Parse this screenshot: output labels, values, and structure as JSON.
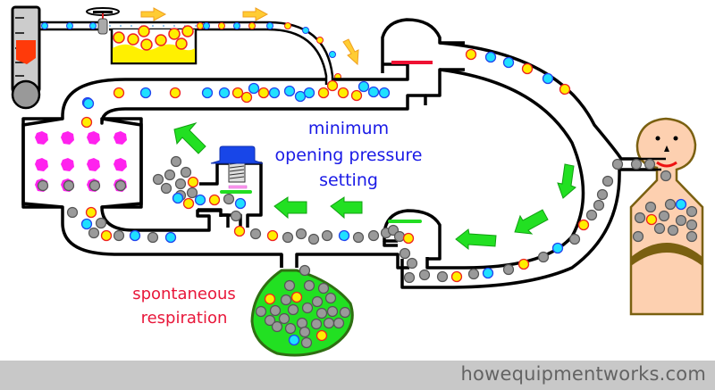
{
  "diagram": {
    "title": "Spontaneous respiration with APL valve at minimum opening pressure",
    "labels": {
      "apl_setting_line1": "minimum",
      "apl_setting_line2": "opening pressure",
      "apl_setting_line3": "setting",
      "spontaneous_line1": "spontaneous",
      "spontaneous_line2": "respiration"
    },
    "components": [
      {
        "name": "flowmeter",
        "icon": "flowmeter-icon"
      },
      {
        "name": "vaporizer",
        "icon": "vaporizer-icon"
      },
      {
        "name": "co2-absorber",
        "icon": "absorber-canister-icon"
      },
      {
        "name": "inspiratory-valve",
        "icon": "unidirectional-valve-icon"
      },
      {
        "name": "expiratory-valve",
        "icon": "unidirectional-valve-icon"
      },
      {
        "name": "apl-valve",
        "icon": "apl-valve-icon"
      },
      {
        "name": "reservoir-bag",
        "icon": "reservoir-bag-icon"
      },
      {
        "name": "patient",
        "icon": "patient-icon"
      }
    ],
    "legend_colors": {
      "oxygen": "#1fe0ff",
      "anaesthetic_agent": "#ffee00",
      "agent_outline": "#ee1111",
      "co2": "#999999",
      "flow_arrow": "#22e022",
      "fresh_gas_arrow": "#ffcc33",
      "absorber_granule": "#ff22ee",
      "bag": "#22e022",
      "apl_cap": "#1846e8",
      "skin": "#fdd0b0"
    }
  },
  "footer": {
    "site": "howequipmentworks.com"
  }
}
